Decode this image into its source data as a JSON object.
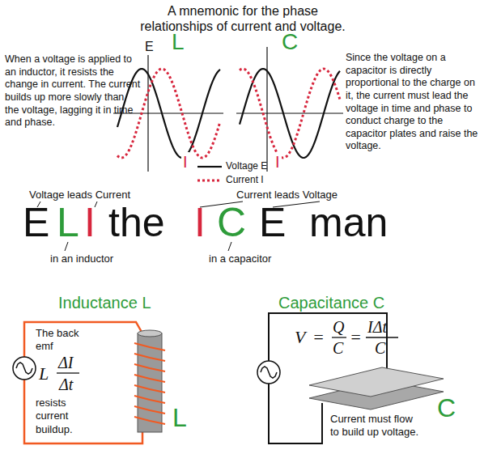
{
  "diagram": {
    "title": "A mnemonic for the phase relationships of current and voltage.",
    "labels": [
      "When a voltage is applied to an inductor, it resists the change in current. The current builds up more slowly than the voltage, lagging it in time and phase.",
      "E",
      "L",
      "I",
      "C",
      "I",
      "Since the voltage on a capacitor is directly proportional to the charge on it, the current must lead the voltage in time and phase to conduct charge to the capacitor plates and raise the voltage.",
      "E",
      "L",
      "I",
      "the",
      "I",
      "C",
      "E",
      "man",
      "Voltage leads Current",
      "in an inductor",
      "Current leads Voltage",
      "in a capacitor",
      "Inductance L",
      "Capacitance C",
      "The back emf",
      "L",
      "ΔI",
      "Δt",
      "resists current buildup.",
      "L",
      "V",
      "=",
      "Q",
      "C",
      "=",
      "IΔt",
      "C",
      "Current must flow to build up voltage.",
      "C"
    ],
    "legend": [
      {
        "text": "Voltage E"
      },
      {
        "text": "Current I"
      }
    ]
  }
}
